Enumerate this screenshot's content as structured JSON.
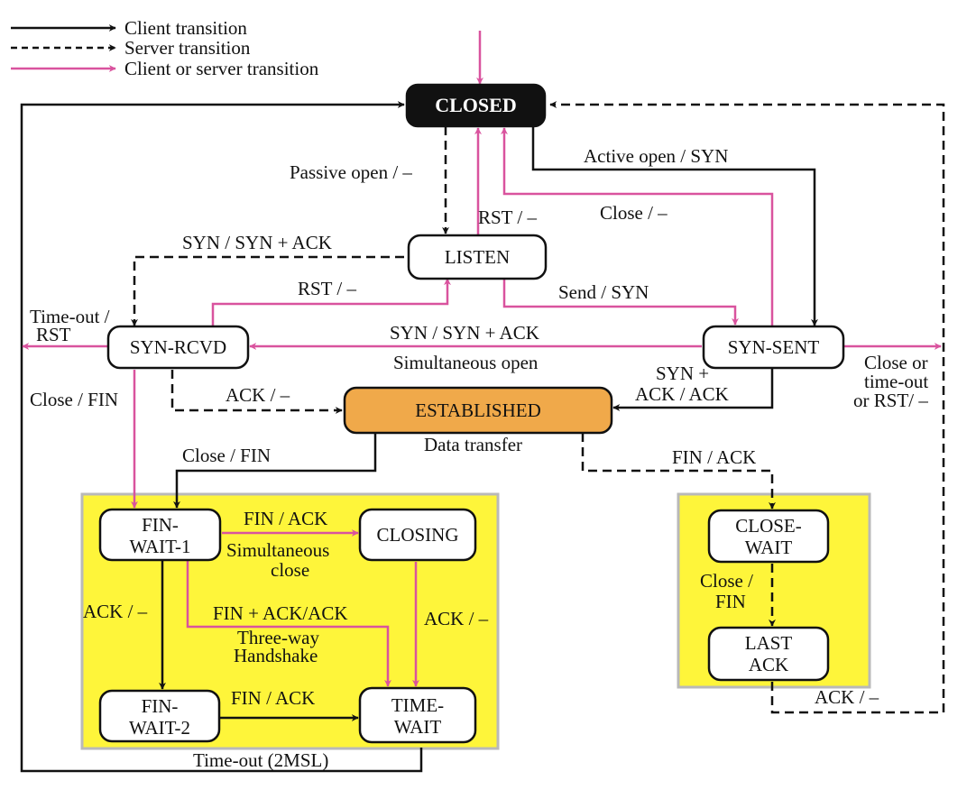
{
  "legend": {
    "client": "Client transition",
    "server": "Server transition",
    "both": "Client or server transition"
  },
  "colors": {
    "client": "#111111",
    "server": "#111111",
    "both": "#d9539e",
    "established_fill": "#f0a94a",
    "closed_fill": "#111111",
    "box_fill": "#fef53a",
    "box_border": "#b9b9b9"
  },
  "states": {
    "closed": "CLOSED",
    "listen": "LISTEN",
    "syn_rcvd": "SYN-RCVD",
    "syn_sent": "SYN-SENT",
    "established": "ESTABLISHED",
    "fin_wait_1": [
      "FIN-",
      "WAIT-1"
    ],
    "closing": "CLOSING",
    "fin_wait_2": [
      "FIN-",
      "WAIT-2"
    ],
    "time_wait": [
      "TIME-",
      "WAIT"
    ],
    "close_wait": [
      "CLOSE-",
      "WAIT"
    ],
    "last_ack": [
      "LAST",
      "ACK"
    ]
  },
  "labels": {
    "passive_open": "Passive open / –",
    "rst_closed": "RST / –",
    "active_open": "Active open / SYN",
    "close_synsent": "Close / –",
    "syn_synack_listen": "SYN / SYN + ACK",
    "rst_listen": "RST / –",
    "send_syn": "Send / SYN",
    "timeout_rst": [
      "Time-out /",
      "RST"
    ],
    "simultaneous_open_top": "SYN / SYN + ACK",
    "simultaneous_open_bottom": "Simultaneous open",
    "close_or_timeout": [
      "Close or",
      "time-out",
      "or RST/ –"
    ],
    "synack_ack": [
      "SYN +",
      "ACK / ACK"
    ],
    "close_fin_rcvd": "Close / FIN",
    "ack_rcvd": "ACK / –",
    "data_transfer": "Data transfer",
    "close_fin_est": "Close / FIN",
    "fin_ack_est": "FIN / ACK",
    "fin_ack_closing": "FIN / ACK",
    "simultaneous_close": [
      "Simultaneous",
      "close"
    ],
    "ack_fw1": "ACK / –",
    "fin_ack_ack": "FIN + ACK/ACK",
    "three_way": [
      "Three-way",
      "Handshake"
    ],
    "ack_closing": "ACK / –",
    "close_fin_cw": [
      "Close /",
      "FIN"
    ],
    "fin_ack_fw2": "FIN / ACK",
    "ack_lastack": "ACK / –",
    "timeout_2msl": "Time-out (2MSL)"
  }
}
